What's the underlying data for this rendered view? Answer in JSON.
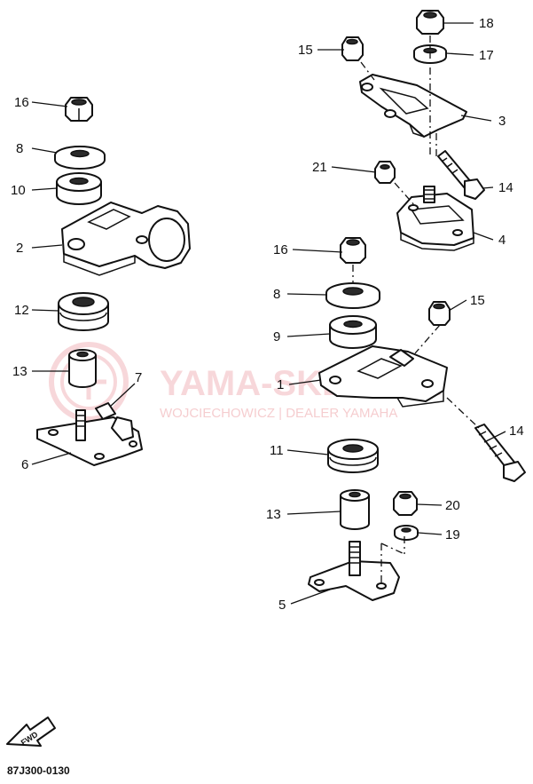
{
  "watermark": {
    "brand": "YAMA-SKLEP.PL",
    "tagline": "WOJCIECHOWICZ | DEALER YAMAHA",
    "color": "#f2b8bc"
  },
  "fwd_label": "FWD",
  "drawing_code": "87J300-0130",
  "callouts": {
    "c1": "1",
    "c2": "2",
    "c3": "3",
    "c4": "4",
    "c5": "5",
    "c6": "6",
    "c7": "7",
    "c8a": "8",
    "c8b": "8",
    "c9": "9",
    "c10": "10",
    "c11": "11",
    "c12": "12",
    "c13a": "13",
    "c13b": "13",
    "c14a": "14",
    "c14b": "14",
    "c15a": "15",
    "c15b": "15",
    "c16a": "16",
    "c16b": "16",
    "c17": "17",
    "c18": "18",
    "c19": "19",
    "c20": "20",
    "c21": "21"
  }
}
